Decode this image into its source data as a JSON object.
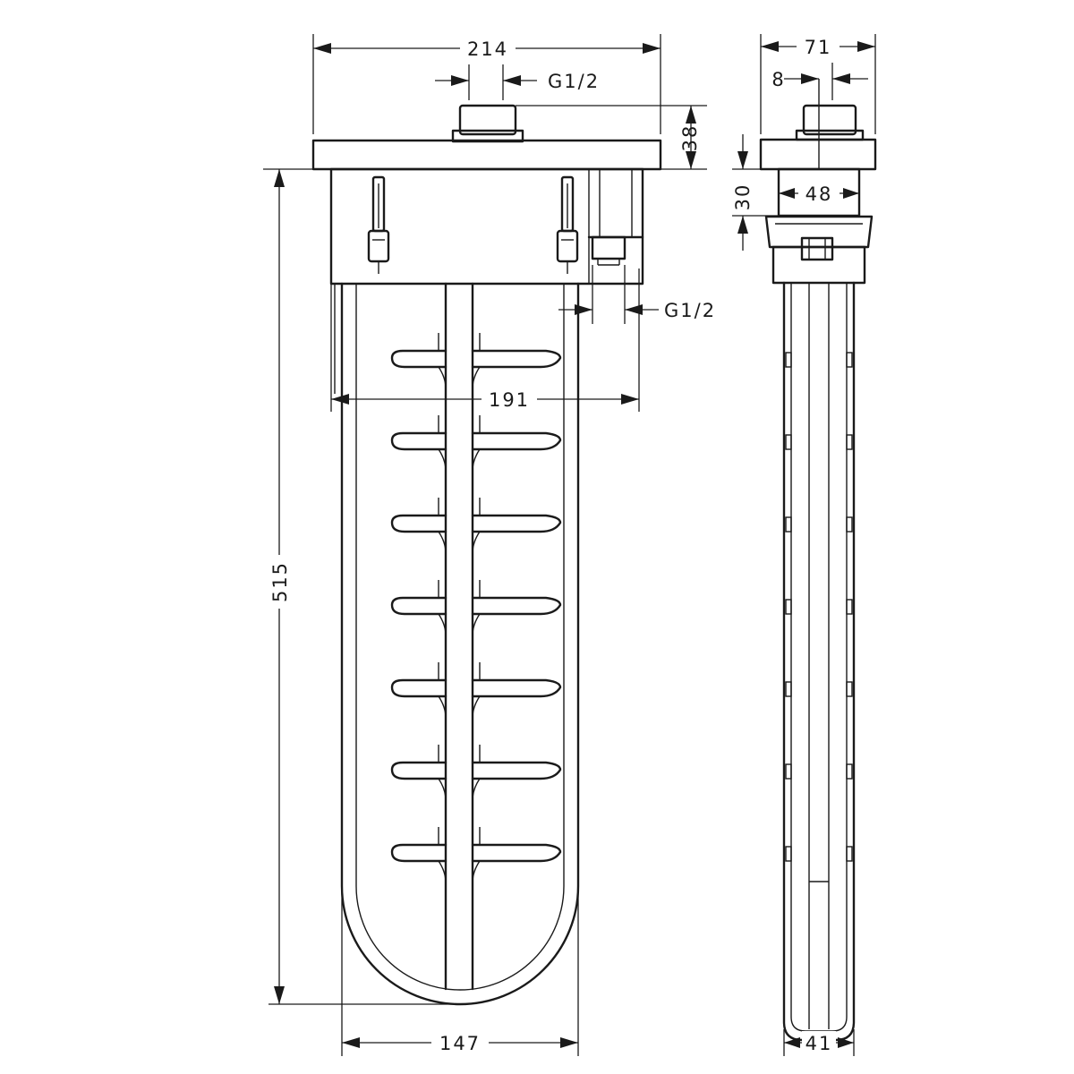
{
  "drawing": {
    "front_view": {
      "dimensions": {
        "overall_width": "214",
        "top_connection": "G1/2",
        "flange_height": "38",
        "overall_height": "515",
        "side_connection": "G1/2",
        "body_width": "191",
        "basket_width": "147"
      },
      "basket_rows": 7
    },
    "side_view": {
      "dimensions": {
        "overall_depth": "71",
        "offset": "8",
        "neck_height": "30",
        "neck_width": "48",
        "basket_depth": "41"
      }
    },
    "colors": {
      "line": "#1a1a1a",
      "background": "#ffffff"
    }
  }
}
